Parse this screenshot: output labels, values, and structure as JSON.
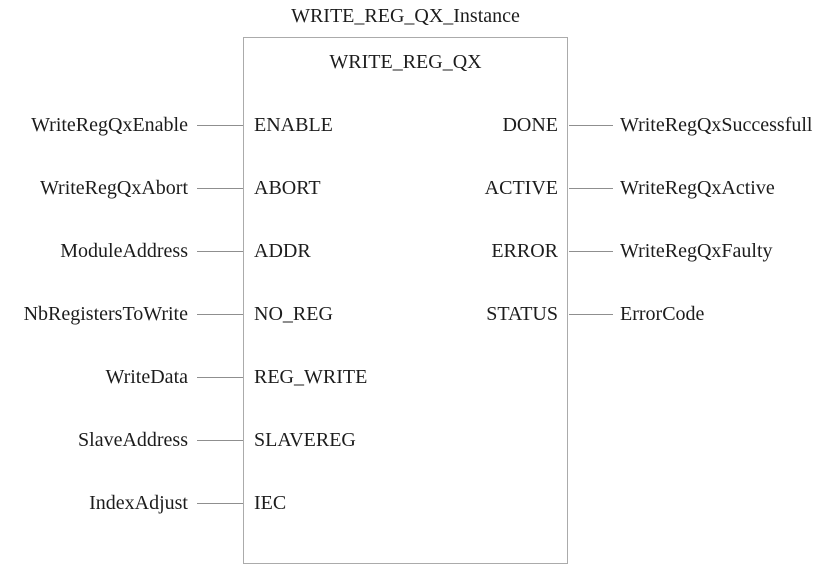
{
  "diagram": {
    "instance_title": "WRITE_REG_QX_Instance",
    "block_name": "WRITE_REG_QX",
    "colors": {
      "background": "#ffffff",
      "text": "#1c1c1c",
      "block_border": "#ababab",
      "wire": "#8f8f8f"
    },
    "inputs": [
      {
        "variable": "WriteRegQxEnable",
        "pin": "ENABLE"
      },
      {
        "variable": "WriteRegQxAbort",
        "pin": "ABORT"
      },
      {
        "variable": "ModuleAddress",
        "pin": "ADDR"
      },
      {
        "variable": "NbRegistersToWrite",
        "pin": "NO_REG"
      },
      {
        "variable": "WriteData",
        "pin": "REG_WRITE"
      },
      {
        "variable": "SlaveAddress",
        "pin": "SLAVEREG"
      },
      {
        "variable": "IndexAdjust",
        "pin": "IEC"
      }
    ],
    "outputs": [
      {
        "pin": "DONE",
        "variable": "WriteRegQxSuccessfull"
      },
      {
        "pin": "ACTIVE",
        "variable": "WriteRegQxActive"
      },
      {
        "pin": "ERROR",
        "variable": "WriteRegQxFaulty"
      },
      {
        "pin": "STATUS",
        "variable": "ErrorCode"
      }
    ]
  }
}
